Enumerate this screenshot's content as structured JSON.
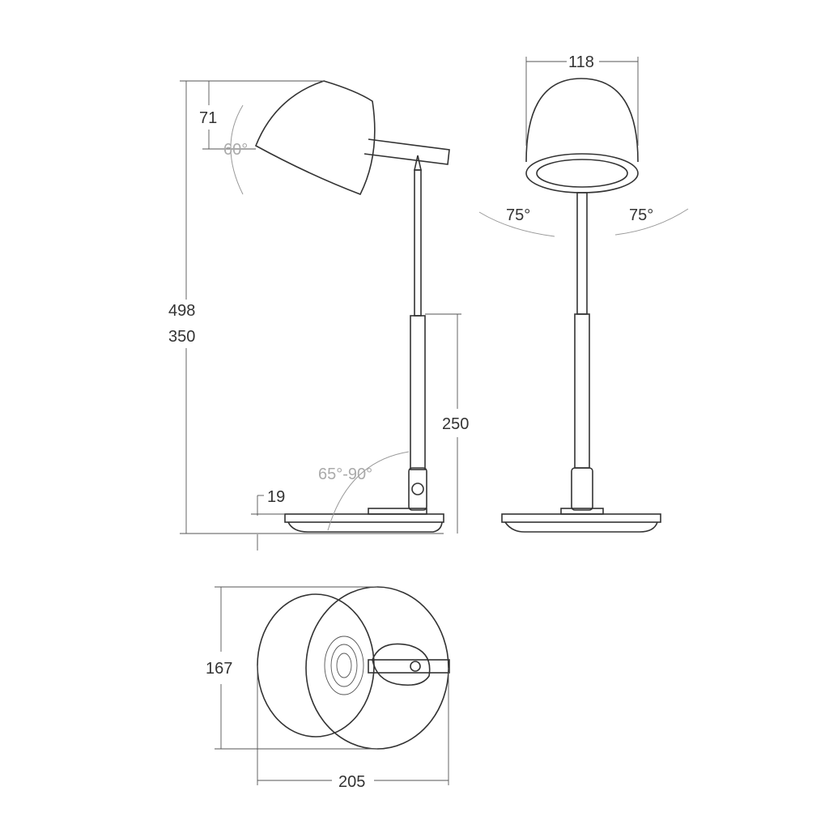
{
  "dimensions": {
    "shade_width": "118",
    "head_height": "71",
    "head_tilt": "60°",
    "rotate_left": "75°",
    "rotate_right": "75°",
    "total_height_max": "498",
    "total_height_min": "350",
    "pillar_height": "250",
    "pillar_tilt": "65°-90°",
    "base_height": "19",
    "base_depth": "167",
    "base_width": "205"
  }
}
